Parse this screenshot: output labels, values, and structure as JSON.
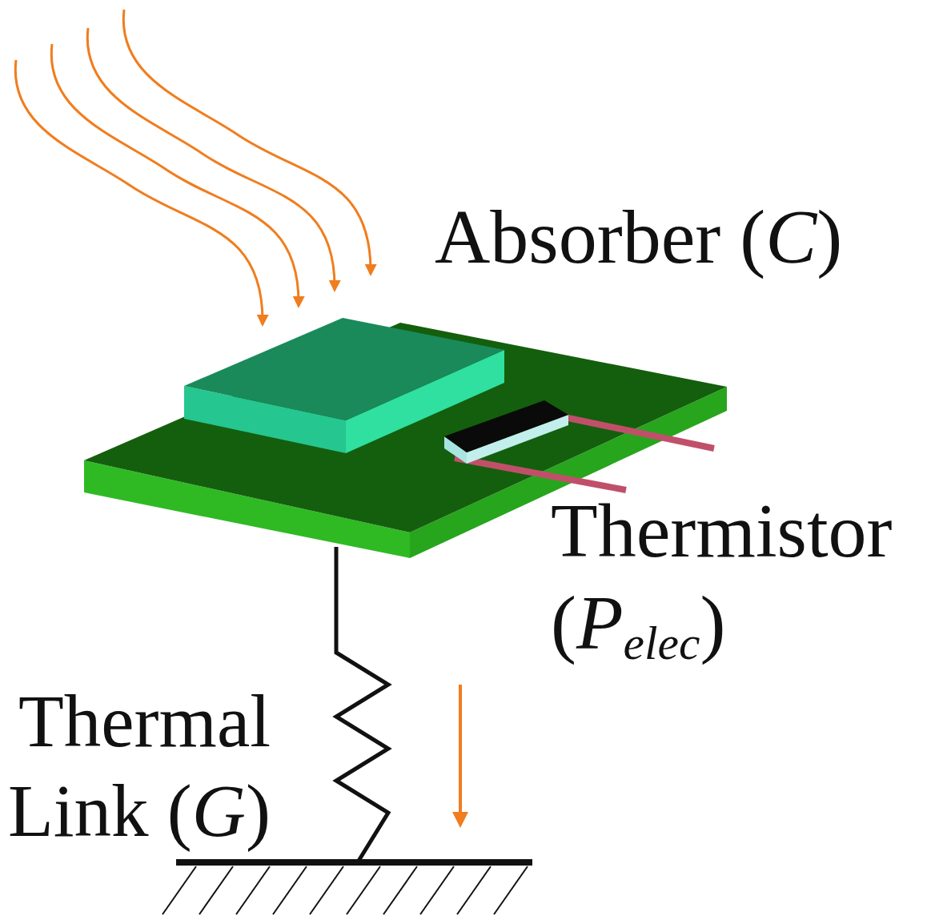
{
  "diagram": {
    "labels": [
      "Absorber (C)",
      "Thermistor (Pelec)",
      "Thermal Link (G)"
    ]
  }
}
